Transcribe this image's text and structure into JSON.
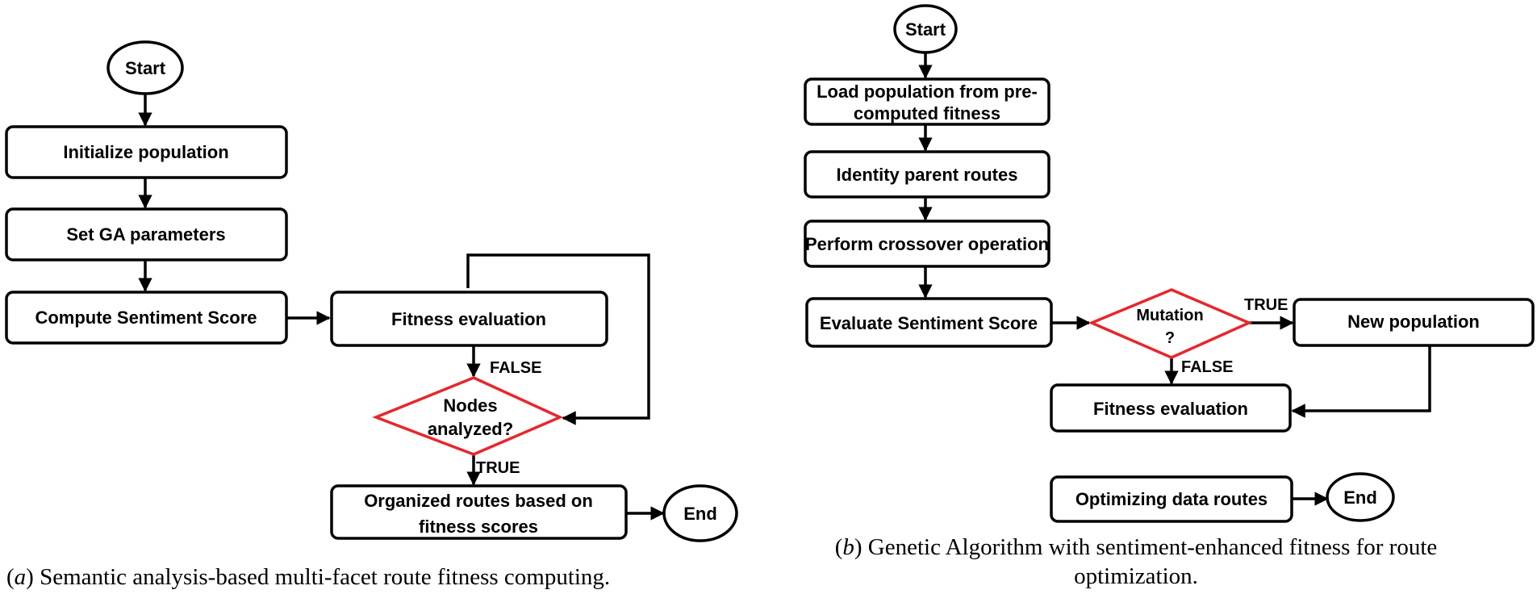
{
  "panel_a": {
    "caption_letter": "a",
    "caption_text": "Semantic analysis-based multi-facet route fitness computing.",
    "start": "Start",
    "init_population": "Initialize population",
    "set_ga": "Set GA parameters",
    "compute_sentiment": "Compute Sentiment Score",
    "fitness_eval": "Fitness evaluation",
    "nodes_analyzed_1": "Nodes",
    "nodes_analyzed_2": "analyzed?",
    "false_label": "FALSE",
    "true_label": "TRUE",
    "organized_1": "Organized routes based on",
    "organized_2": "fitness scores",
    "end": "End"
  },
  "panel_b": {
    "caption_letter": "b",
    "caption_line1": "Genetic Algorithm with sentiment-enhanced fitness for route",
    "caption_line2": "optimization.",
    "start": "Start",
    "load_1": "Load population from pre-",
    "load_2": "computed fitness",
    "identity_parents": "Identity parent routes",
    "crossover": "Perform crossover operation",
    "evaluate_sentiment": "Evaluate Sentiment Score",
    "mutation_1": "Mutation",
    "mutation_2": "?",
    "true_label": "TRUE",
    "false_label": "FALSE",
    "new_population": "New population",
    "fitness_eval": "Fitness evaluation",
    "optimizing": "Optimizing data routes",
    "end": "End"
  }
}
